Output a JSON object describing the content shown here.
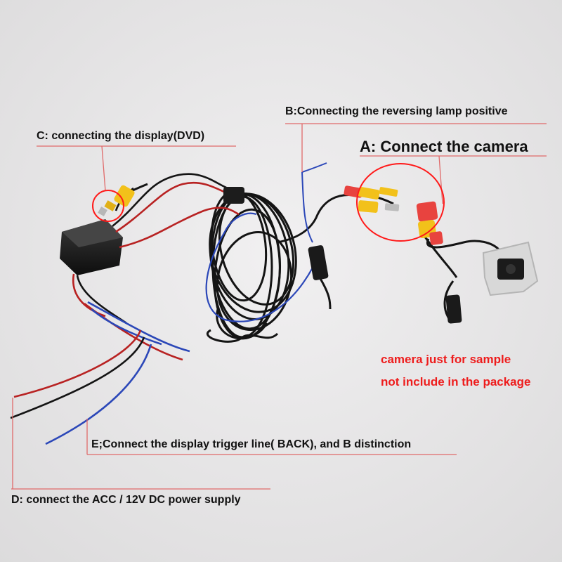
{
  "labels": {
    "b": "B:Connecting the reversing lamp positive",
    "c": "C: connecting the display(DVD)",
    "a": "A: Connect the camera",
    "e": "E;Connect the display trigger line( BACK), and B distinction",
    "d": "D: connect the ACC / 12V DC power supply"
  },
  "notes": {
    "line1": "camera just for sample",
    "line2": "not include in the package"
  },
  "colors": {
    "background": "#e9e8e9",
    "callout_line": "#e06a6a",
    "highlight_circle": "#ff1a1a",
    "note_text": "#ee1c1c",
    "rca_yellow": "#f2c11a",
    "dc_red": "#e8433f",
    "wire_red": "#b82222",
    "wire_blue": "#2b47b8",
    "wire_black": "#151515"
  }
}
